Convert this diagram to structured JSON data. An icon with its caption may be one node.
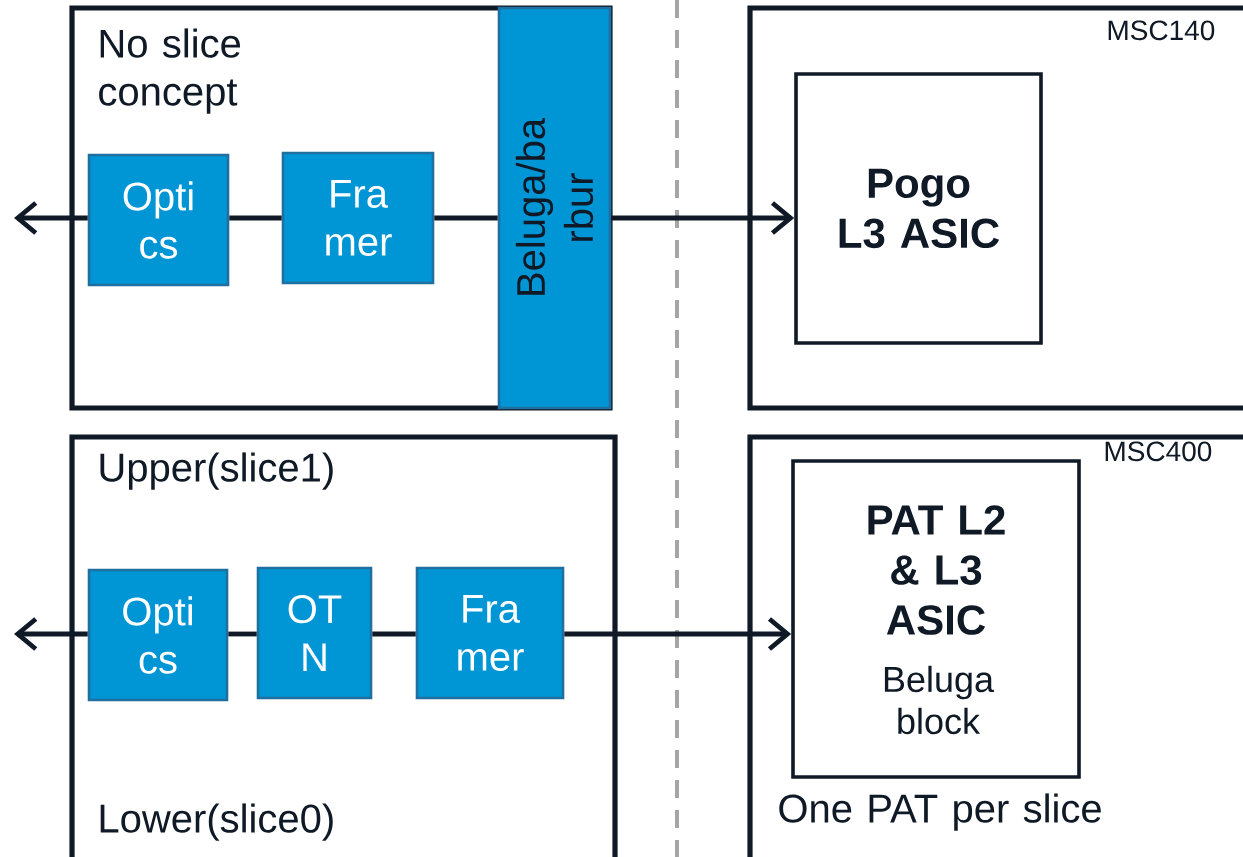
{
  "diagram": {
    "nodes": [
      {
        "text": [
          "No slice concept"
        ]
      },
      {
        "text": [
          "Opti cs"
        ],
        "in": 0
      },
      {
        "text": [
          "Fra mer"
        ],
        "in": 0
      },
      {
        "text": [
          "Beluga/ba rbur"
        ],
        "in": 0
      },
      {
        "text": [
          "MSC140"
        ]
      },
      {
        "text": [
          "Pogo L3 ASIC"
        ],
        "in": 4
      },
      {
        "text": [
          "Upper(slice1)",
          "Lower(slice0)"
        ]
      },
      {
        "text": [
          "Opti cs"
        ],
        "in": 6
      },
      {
        "text": [
          "OT N"
        ],
        "in": 6
      },
      {
        "text": [
          "Fra mer"
        ],
        "in": 6
      },
      {
        "text": [
          "MSC400",
          "One PAT per slice"
        ]
      },
      {
        "text": [
          "PAT L2 & L3 ASIC",
          "Beluga block"
        ],
        "in": 10
      }
    ],
    "edges": [
      {
        "from": 1,
        "to": null,
        "arrow": "to"
      },
      {
        "from": 1,
        "to": 2,
        "arrow": "none"
      },
      {
        "from": 2,
        "to": 3,
        "arrow": "none"
      },
      {
        "from": 3,
        "to": 5,
        "arrow": "to"
      },
      {
        "from": 7,
        "to": null,
        "arrow": "to"
      },
      {
        "from": 7,
        "to": 8,
        "arrow": "none"
      },
      {
        "from": 8,
        "to": 9,
        "arrow": "none"
      },
      {
        "from": 9,
        "to": 11,
        "arrow": "to"
      }
    ]
  }
}
